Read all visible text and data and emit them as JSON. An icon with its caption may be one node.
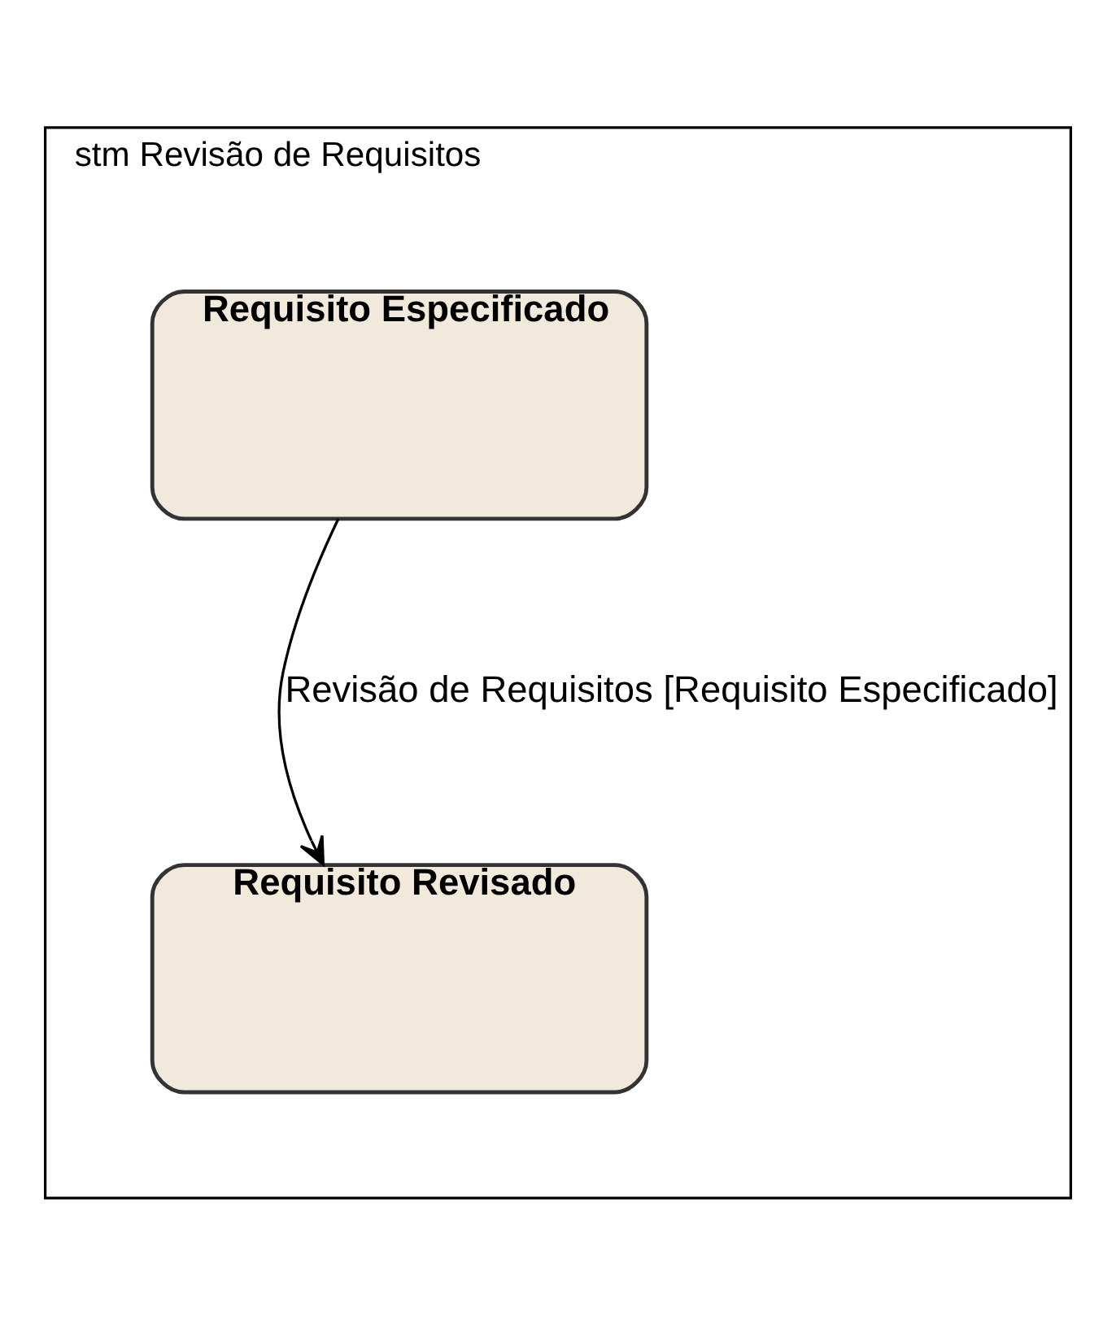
{
  "diagram": {
    "nodes": [
      {
        "text": [
          "stm Revisão de Requisitos"
        ]
      },
      {
        "text": [
          "Requisito Especificado"
        ],
        "in": 0
      },
      {
        "text": [
          "Requisito Revisado"
        ],
        "in": 0
      }
    ],
    "edges": [
      {
        "from": 1,
        "to": 2,
        "arrow": "to",
        "label": "Revisão de Requisitos [Requisito Especificado]"
      }
    ]
  }
}
